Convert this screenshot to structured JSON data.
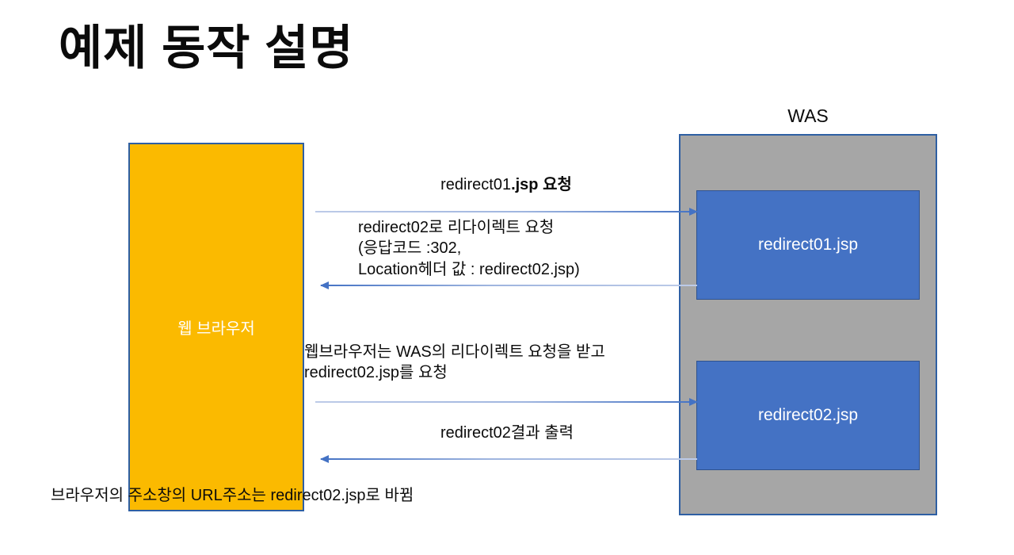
{
  "slide": {
    "title": "예제 동작 설명"
  },
  "browser": {
    "label": "웹 브라우저",
    "fill_color": "#FBBA00",
    "border_color": "#2E5FA3",
    "text_color": "#FFFFFF"
  },
  "was": {
    "title": "WAS",
    "fill_color": "#A6A6A6",
    "border_color": "#2E5FA3",
    "pages": [
      {
        "label": "redirect01.jsp",
        "fill_color": "#4472C4",
        "text_color": "#FFFFFF"
      },
      {
        "label": "redirect02.jsp",
        "fill_color": "#4472C4",
        "text_color": "#FFFFFF"
      }
    ]
  },
  "arrows": [
    {
      "name": "request-redirect01",
      "direction": "browser-to-was",
      "label": "redirect01.jsp 요청",
      "label_plain": "redirect01",
      "label_bold": ".jsp 요청",
      "color": "#4472C4"
    },
    {
      "name": "redirect-response",
      "direction": "was-to-browser",
      "label_lines": [
        "redirect02로 리다이렉트 요청",
        "(응답코드 :302,",
        "Location헤더 값 : redirect02.jsp)"
      ],
      "color": "#4472C4"
    },
    {
      "name": "request-redirect02",
      "direction": "browser-to-was",
      "label_lines": [
        "웹브라우저는 WAS의 리다이렉트 요청을 받고",
        "redirect02.jsp를 요청"
      ],
      "color": "#4472C4"
    },
    {
      "name": "result-output",
      "direction": "was-to-browser",
      "label": "redirect02결과 출력",
      "color": "#4472C4"
    }
  ],
  "caption": {
    "text": "브라우저의 주소창의 URL주소는 redirect02.jsp로 바뀜"
  }
}
